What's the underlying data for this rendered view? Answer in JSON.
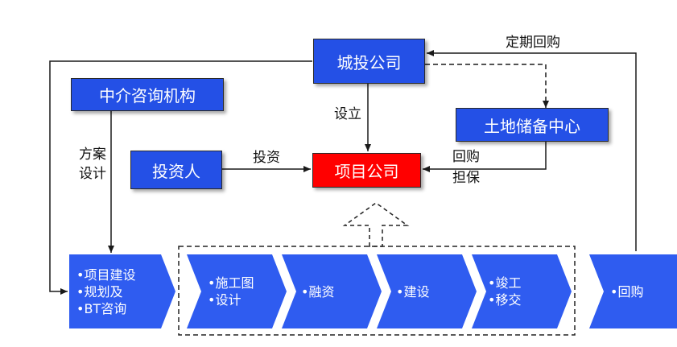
{
  "nodes": {
    "chengtou": "城投公司",
    "intermediary": "中介咨询机构",
    "investor": "投资人",
    "project_company": "项目公司",
    "land_reserve": "土地储备中心"
  },
  "edge_labels": {
    "periodic_buyback": "定期回购",
    "establish": "设立",
    "invest": "投资",
    "buyback_line1": "回购",
    "buyback_line2": "担保",
    "scheme_line1": "方案",
    "scheme_line2": "设计"
  },
  "stages": [
    {
      "lines": [
        "•项目建设",
        "•规划及",
        "•BT咨询"
      ]
    },
    {
      "lines": [
        "•施工图",
        "•设计"
      ]
    },
    {
      "lines": [
        "•融资"
      ]
    },
    {
      "lines": [
        "•建设"
      ]
    },
    {
      "lines": [
        "•竣工",
        "•移交"
      ]
    },
    {
      "lines": [
        "•回购"
      ]
    }
  ],
  "colors": {
    "box_blue": "#2450e6",
    "chevron_blue": "#2f5cf0",
    "project_red": "#ff0000"
  }
}
